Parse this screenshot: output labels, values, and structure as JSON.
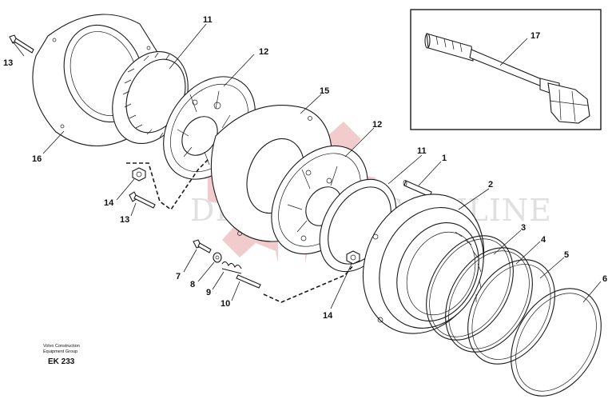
{
  "watermark": {
    "text": "DRIVEPARTS ONLINE",
    "color": "#e8a3a6"
  },
  "inset_box": {
    "part_label": "17"
  },
  "callouts": {
    "c1": "1",
    "c2": "2",
    "c3": "3",
    "c4": "4",
    "c5": "5",
    "c6": "6",
    "c7": "7",
    "c8": "8",
    "c9": "9",
    "c10": "10",
    "c11_top": "11",
    "c11_mid": "11",
    "c12_top": "12",
    "c12_mid": "12",
    "c13_top": "13",
    "c13_bottom": "13",
    "c14_left": "14",
    "c14_bottom": "14",
    "c15": "15",
    "c16": "16",
    "c17": "17"
  },
  "footer": {
    "line1": "Volvo Construction",
    "line2": "Equipment Group",
    "code": "EK 233"
  }
}
